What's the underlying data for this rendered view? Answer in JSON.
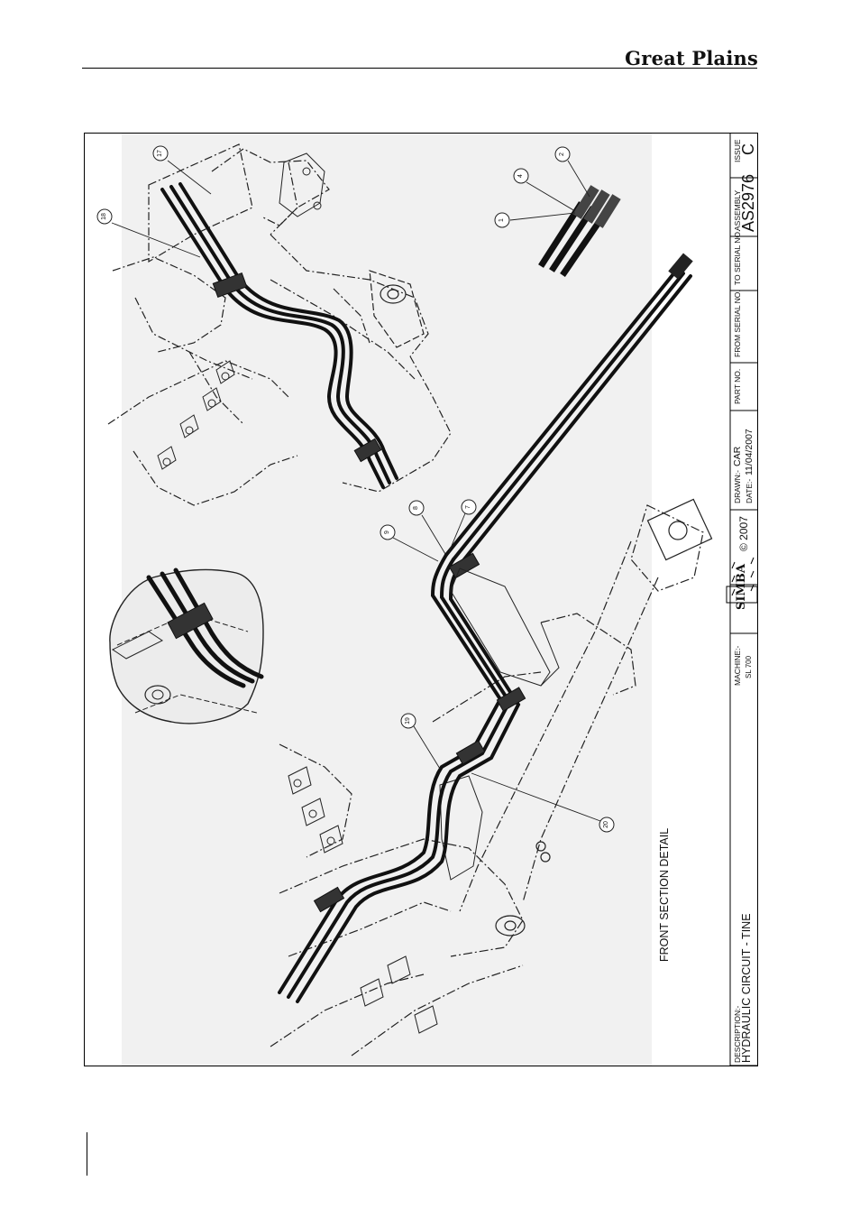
{
  "header": {
    "brand": "Great Plains"
  },
  "drawing": {
    "view_label": "FRONT SECTION DETAIL",
    "callouts": [
      {
        "id": "callout-17",
        "label": "17"
      },
      {
        "id": "callout-18",
        "label": "18"
      },
      {
        "id": "callout-2",
        "label": "2"
      },
      {
        "id": "callout-4",
        "label": "4"
      },
      {
        "id": "callout-1",
        "label": "1"
      },
      {
        "id": "callout-9",
        "label": "9"
      },
      {
        "id": "callout-8",
        "label": "8"
      },
      {
        "id": "callout-7",
        "label": "7"
      },
      {
        "id": "callout-19",
        "label": "19"
      },
      {
        "id": "callout-20",
        "label": "20"
      }
    ]
  },
  "title_block": {
    "description_label": "DESCRIPTION:-",
    "description": "HYDRAULIC CIRCUIT - TINE",
    "machine_label": "MACHINE:-",
    "machine": "SL 700",
    "logo": "SIMBA",
    "copyright": "© 2007",
    "drawn_label": "DRAWN:-",
    "drawn": "CAR",
    "date_label": "DATE:-",
    "date": "11/04/2007",
    "part_no_label": "PART NO.",
    "from_serial_label": "FROM SERIAL NO.",
    "to_serial_label": "TO SERIAL NO.",
    "assembly_label": "ASSEMBLY",
    "assembly": "AS2976",
    "issue_label": "ISSUE",
    "issue": "C"
  }
}
